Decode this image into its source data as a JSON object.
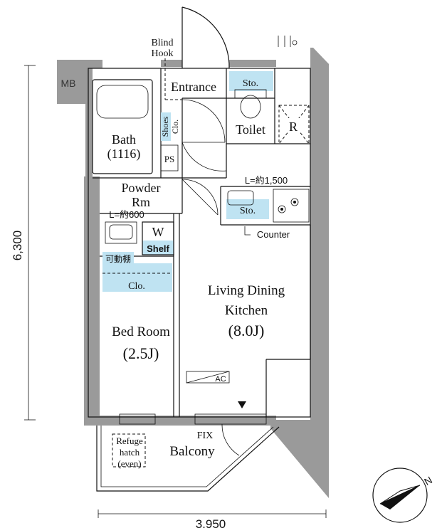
{
  "colors": {
    "wall": "#9a9a9a",
    "storage": "#bfe3f2",
    "line": "#111111",
    "background": "#ffffff"
  },
  "labels": {
    "blind_hook": [
      "Blind",
      "Hook"
    ],
    "mb": "MB",
    "entrance": "Entrance",
    "storage_toilet": "Sto.",
    "toilet": "Toilet",
    "refrigerator": "R",
    "shoes_closet": [
      "Shoes",
      "Clo."
    ],
    "bath": [
      "Bath",
      "(1116)"
    ],
    "ps": "PS",
    "powder_room": [
      "Powder",
      "Rm"
    ],
    "powder_counter_length": "L=約600",
    "washer": "W",
    "shelf": "Shelf",
    "movable_shelf": "可動棚",
    "closet": "Clo.",
    "kitchen_counter_length": "L=約1,500",
    "storage_kitchen": "Sto.",
    "counter": "Counter",
    "ldk": [
      "Living Dining",
      "Kitchen",
      "(8.0J)"
    ],
    "bedroom": [
      "Bed Room",
      "(2.5J)"
    ],
    "ac": "AC",
    "fix": "FIX",
    "refuge_hatch": [
      "Refuge",
      "hatch",
      "(even)"
    ],
    "balcony": "Balcony",
    "north": "N"
  },
  "dimensions": {
    "height": "6,300",
    "width": "3,950"
  },
  "icons": [
    "door-swing-icon",
    "toilet-icon",
    "bathtub-icon",
    "sink-icon",
    "stove-burner-icon",
    "north-arrow-icon",
    "entry-marker-icon"
  ]
}
